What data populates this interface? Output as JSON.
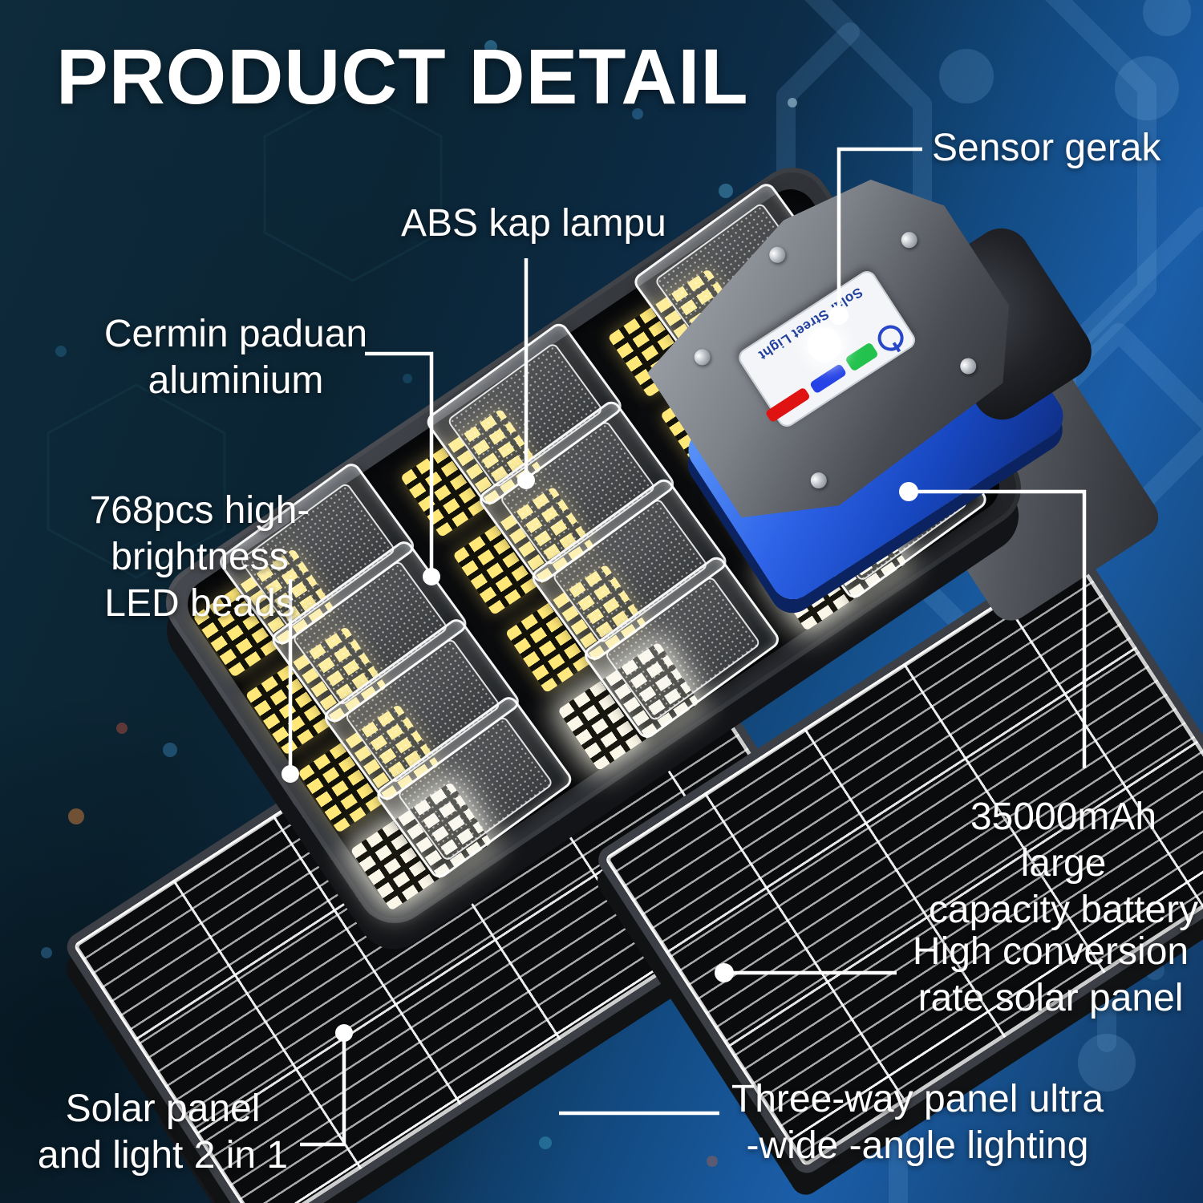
{
  "title": "PRODUCT DETAIL",
  "callouts": {
    "sensor": {
      "lines": [
        "Sensor gerak"
      ]
    },
    "abs": {
      "lines": [
        "ABS kap lampu"
      ]
    },
    "cermin": {
      "lines": [
        "Cermin paduan",
        "aluminium"
      ]
    },
    "beads": {
      "lines": [
        "768pcs high-brightness",
        "LED beads"
      ]
    },
    "battery": {
      "lines": [
        "35000mAh large",
        "capacity battery"
      ]
    },
    "solar": {
      "lines": [
        "High conversion",
        "rate solar panel"
      ]
    },
    "threeway": {
      "lines": [
        "Three-way panel ultra",
        "-wide -angle lighting"
      ]
    },
    "twoinone": {
      "lines": [
        "Solar panel",
        "and light 2 in 1"
      ]
    }
  },
  "device": {
    "control_label": {
      "brand": "Solar Street Light"
    },
    "led_modules": 12,
    "colors": {
      "battery_blue": "#2e63e8",
      "led_bead_yellow": "#ffe878",
      "indicator_green": "#23c24e",
      "indicator_blue": "#2442e6",
      "indicator_red": "#e01313",
      "background_dark_teal": "#0b2433",
      "background_bright_blue": "#1b5ea9",
      "callout_white": "#ffffff"
    }
  }
}
